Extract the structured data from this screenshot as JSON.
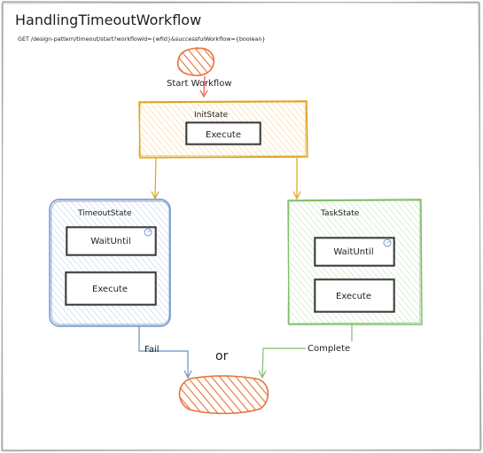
{
  "title": "HandlingTimeoutWorkflow",
  "endpoint": "GET /design-pattern/timeout/start?workflowId={wfId}&successfulWorkflow={boolean}",
  "start": {
    "label": "Start Workflow"
  },
  "init_state": {
    "title": "InitState",
    "execute_label": "Execute",
    "color": "#e0a21b",
    "fill": "#fde8c4"
  },
  "timeout_state": {
    "title": "TimeoutState",
    "wait_label": "WaitUntil",
    "execute_label": "Execute",
    "color": "#6b8fc9",
    "fill": "#dde6f6"
  },
  "task_state": {
    "title": "TaskState",
    "wait_label": "WaitUntil",
    "execute_label": "Execute",
    "color": "#7fbe6a",
    "fill": "#e2f2dc"
  },
  "edges": {
    "fail_label": "Fail",
    "complete_label": "Complete",
    "or_label": "or"
  },
  "colors": {
    "terminal": "#e8733d",
    "terminal_fill": "#f0a36b",
    "hachure": "#e77c43",
    "ink": "#1e1e1e",
    "frame": "#9a9a9a"
  },
  "icons": {
    "timer": "timer-icon"
  }
}
